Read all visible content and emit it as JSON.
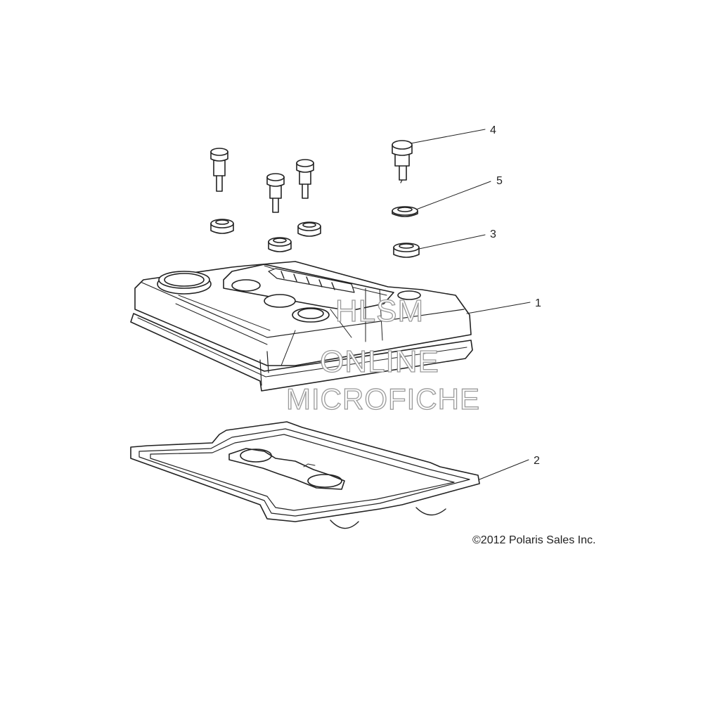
{
  "callouts": {
    "c1": "1",
    "c2": "2",
    "c3": "3",
    "c4": "4",
    "c5": "5"
  },
  "watermark": {
    "line1": "HLSM",
    "line2": "ONLINE",
    "line3": "MICROFICHE"
  },
  "copyright": "©2012 Polaris Sales Inc.",
  "colors": {
    "line": "#222222",
    "watermark_stroke": "#9a9a9a",
    "background": "#ffffff"
  }
}
